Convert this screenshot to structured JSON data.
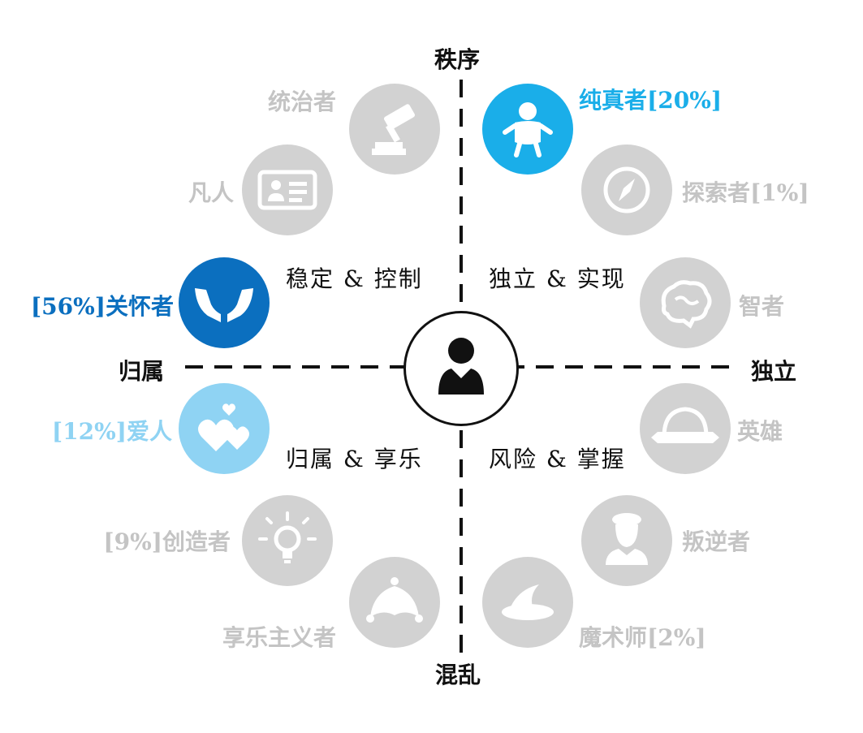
{
  "axes": {
    "top": "秩序",
    "bottom": "混乱",
    "left": "归属",
    "right": "独立"
  },
  "quadrants": {
    "top_left": "稳定 & 控制",
    "top_right": "独立 & 实现",
    "bottom_left": "归属 & 享乐",
    "bottom_right": "风险 & 掌握"
  },
  "archetypes": {
    "ruler": {
      "label": "统治者",
      "icon": "gavel-icon",
      "color": "#d2d2d2"
    },
    "everyman": {
      "label": "凡人",
      "icon": "id-card-icon",
      "color": "#d2d2d2"
    },
    "caregiver": {
      "label": "[56%]关怀者",
      "icon": "caring-hands-icon",
      "color": "#0b6fbf"
    },
    "lover": {
      "label": "[12%]爱人",
      "icon": "hearts-icon",
      "color": "#8fd3f3"
    },
    "creator": {
      "label": "[9%]创造者",
      "icon": "lightbulb-icon",
      "color": "#d2d2d2"
    },
    "jester": {
      "label": "享乐主义者",
      "icon": "jester-hat-icon",
      "color": "#d2d2d2"
    },
    "innocent": {
      "label": "纯真者[20%]",
      "icon": "baby-icon",
      "color": "#1aaee9"
    },
    "explorer": {
      "label": "探索者[1%]",
      "icon": "compass-icon",
      "color": "#d2d2d2"
    },
    "sage": {
      "label": "智者",
      "icon": "brain-icon",
      "color": "#d2d2d2"
    },
    "hero": {
      "label": "英雄",
      "icon": "badge-icon",
      "color": "#d2d2d2"
    },
    "outlaw": {
      "label": "叛逆者",
      "icon": "bearded-man-icon",
      "color": "#d2d2d2"
    },
    "magician": {
      "label": "魔术师[2%]",
      "icon": "wizard-hat-icon",
      "color": "#d2d2d2"
    }
  },
  "colors": {
    "caregiver": "#0b6fbf",
    "innocent": "#1aaee9",
    "lover": "#8fd3f3",
    "inactive_circle": "#d2d2d2",
    "inactive_label": "#c4c4c4",
    "axis": "#111111"
  },
  "center": {
    "icon": "person-icon"
  }
}
